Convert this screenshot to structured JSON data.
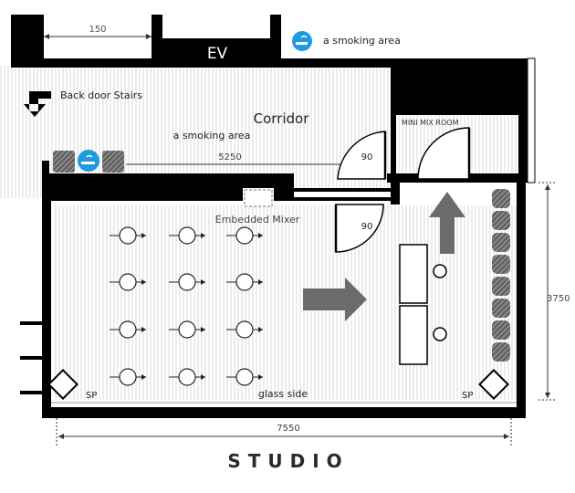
{
  "labels": {
    "elevator": "EV",
    "smoking_area_top": "a smoking area",
    "smoking_area_corridor": "a smoking area",
    "back_door": "Back door Stairs",
    "corridor": "Corridor",
    "mini_mix_room": "MINI MIX ROOM",
    "embedded_mixer": "Embedded Mixer",
    "glass_side": "glass side",
    "speaker_left": "SP",
    "speaker_right": "SP",
    "title": "STUDIO"
  },
  "dimensions": {
    "top_gap": "150",
    "corridor_length": "5250",
    "studio_width": "7550",
    "studio_depth": "3750",
    "door_upper": "90",
    "door_lower": "90"
  },
  "icons": {
    "smoking": "smoking-icon",
    "door_arrow": "down-left-arrow-icon",
    "direction_arrow": "arrow-icon",
    "seat": "seat-icon"
  },
  "colors": {
    "wall": "#000000",
    "floor_stripe": "#e8e8e8",
    "smoking_badge": "#1e9be0",
    "arrow_fill": "#6b6b6b",
    "panel": "#6e6e6e"
  }
}
